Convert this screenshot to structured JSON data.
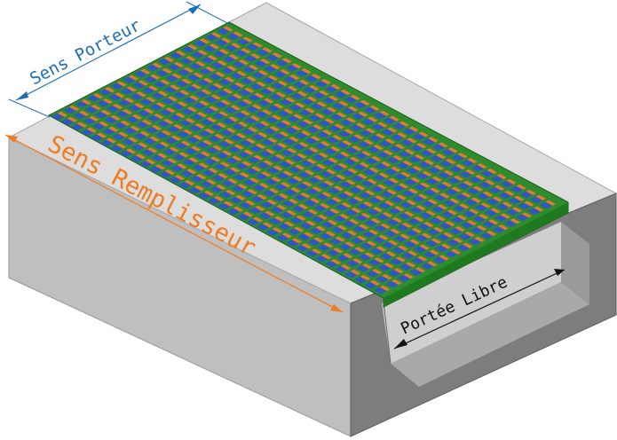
{
  "labels": {
    "sens_porteur": "Sens Porteur",
    "sens_remplisseur": "Sens Remplisseur",
    "portee_libre": "Portée Libre"
  },
  "colors": {
    "porteur": "#1f6fb5",
    "remplisseur": "#ee7c22",
    "libre": "#111111",
    "grating_blue": "#2f57c4",
    "grating_orange": "#e07a2c",
    "grating_frame": "#2e8b2e",
    "block_top": "#dcdcdc",
    "block_front": "#bdbdbd",
    "block_dark": "#7a7a7a"
  },
  "icons": {
    "porteur_arrow": "double-arrow",
    "remplisseur_arrow": "double-arrow",
    "libre_arrow": "double-arrow"
  }
}
